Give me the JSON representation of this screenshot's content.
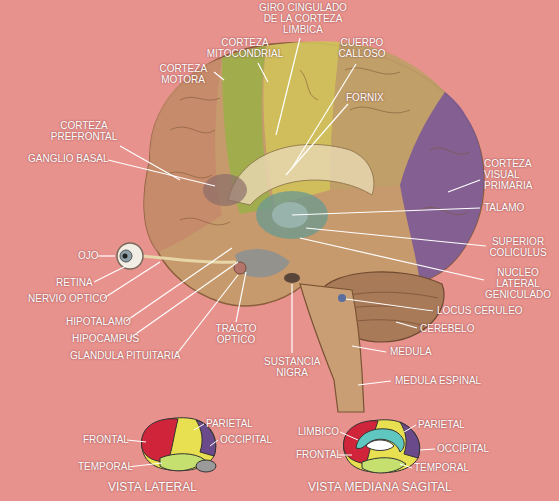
{
  "diagram": {
    "labels": [
      "GIRO CINGULADO DE LA CORTEZA LIMBICA",
      "CORTEZA MITOCONDRIAL",
      "CUERPO CALLOSO",
      "CORTEZA MOTORA",
      "FORNIX",
      "CORTEZA PREFRONTAL",
      "GANGLIO BASAL",
      "CORTEZA VISUAL PRIMARIA",
      "TALAMO",
      "SUPERIOR COLICULUS",
      "OJO",
      "NUCLEO LATERAL GENICULADO",
      "RETINA",
      "NERVIO OPTICO",
      "LOCUS CERULEO",
      "HIPOTALAMO",
      "CEREBELO",
      "TRACTO OPTICO",
      "HIPOCAMPUS",
      "MEDULA",
      "GLANDULA PITUITARIA",
      "SUSTANCIA NIGRA",
      "MEDULA ESPINAL",
      "PARIETAL",
      "FRONTAL",
      "OCCIPITAL",
      "TEMPORAL",
      "VISTA LATERAL",
      "LIMBICO",
      "PARIETAL",
      "OCCIPITAL",
      "FRONTAL",
      "TEMPORAL",
      "VISTA MEDIANA SAGITAL"
    ]
  }
}
